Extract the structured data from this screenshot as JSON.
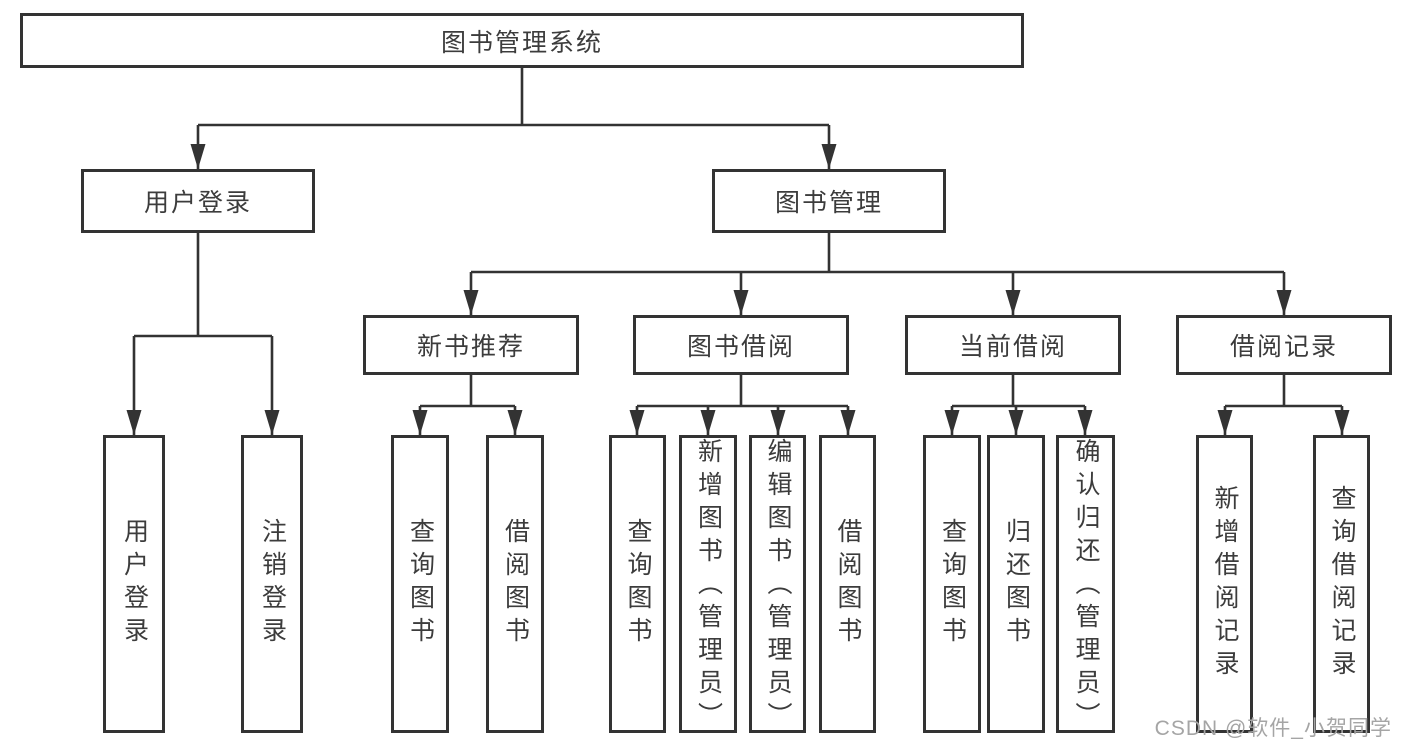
{
  "tree": {
    "label": "图书管理系统",
    "children": [
      {
        "label": "用户登录",
        "children": [
          {
            "label": "用户登录"
          },
          {
            "label": "注销登录"
          }
        ]
      },
      {
        "label": "图书管理",
        "children": [
          {
            "label": "新书推荐",
            "children": [
              {
                "label": "查询图书"
              },
              {
                "label": "借阅图书"
              }
            ]
          },
          {
            "label": "图书借阅",
            "children": [
              {
                "label": "查询图书"
              },
              {
                "label": "新增图书（管理员）"
              },
              {
                "label": "编辑图书（管理员）"
              },
              {
                "label": "借阅图书"
              }
            ]
          },
          {
            "label": "当前借阅",
            "children": [
              {
                "label": "查询图书"
              },
              {
                "label": "归还图书"
              },
              {
                "label": "确认归还（管理员）"
              }
            ]
          },
          {
            "label": "借阅记录",
            "children": [
              {
                "label": "新增借阅记录"
              },
              {
                "label": "查询借阅记录"
              }
            ]
          }
        ]
      }
    ]
  },
  "watermark": {
    "text": "CSDN @软件_小贺同学"
  },
  "colors": {
    "line": "#333333",
    "node_border": "#333333",
    "node_text": "#3c3c3c",
    "node_background": "#ffffff",
    "page_background": "#ffffff",
    "watermark_text": "#a5a5a5"
  }
}
